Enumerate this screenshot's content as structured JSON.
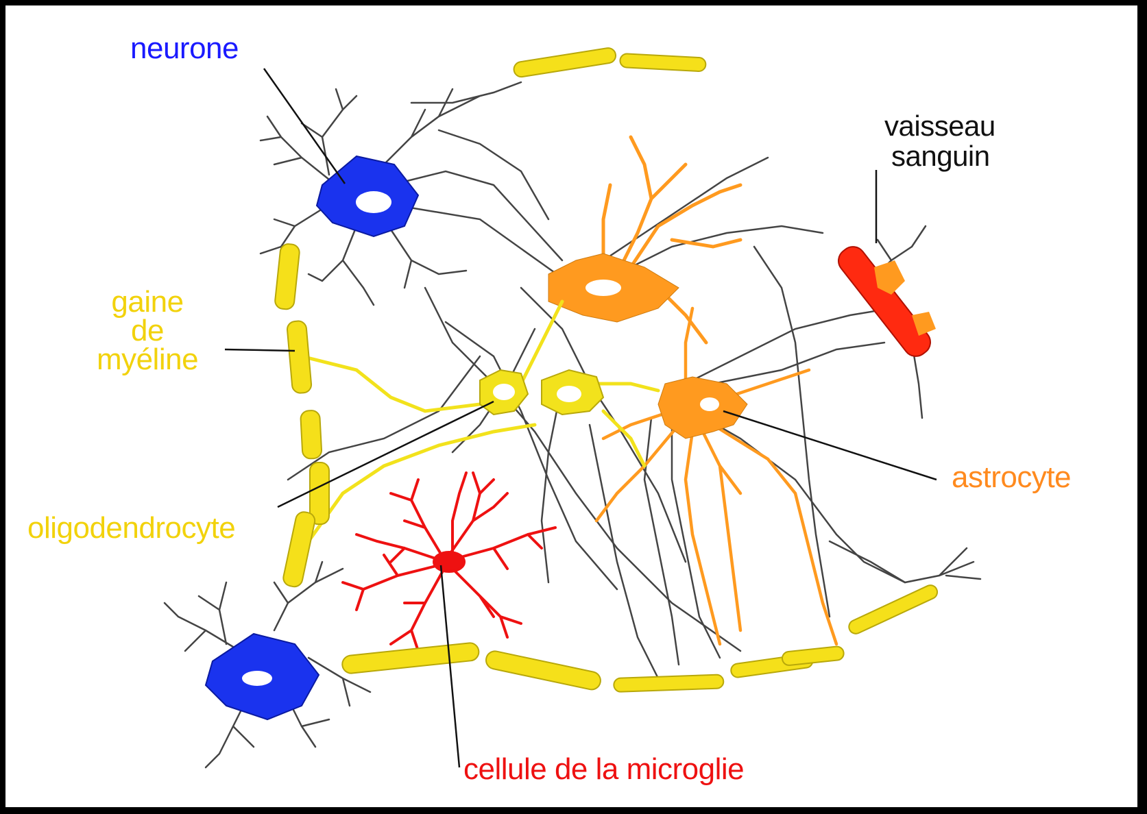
{
  "labels": {
    "neurone": "neurone",
    "vaisseau_line1": "vaisseau",
    "vaisseau_line2": "sanguin",
    "gaine_line1": "gaine",
    "gaine_line2": "de",
    "gaine_line3": "myéline",
    "oligodendrocyte": "oligodendrocyte",
    "astrocyte": "astrocyte",
    "microglie": "cellule de la microglie"
  },
  "colors": {
    "neuron": "#1a33ee",
    "myelin": "#f5e01a",
    "oligodendrocyte": "#f2e21c",
    "astrocyte": "#ff9a1f",
    "microglia": "#ee1111",
    "vessel": "#ff2a10",
    "fiber": "#444444"
  }
}
